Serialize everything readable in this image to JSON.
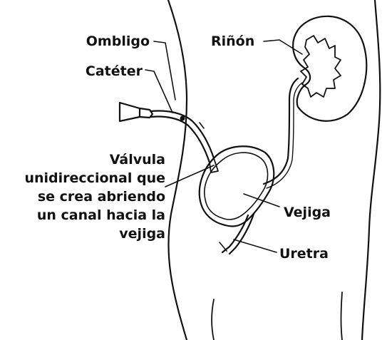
{
  "labels": {
    "ombligo": "Ombligo",
    "cateter": "Catéter",
    "rinon": "Riñón",
    "valvula": [
      "Válvula",
      "unidireccional que",
      "se crea abriendo",
      "un canal hacia la",
      "vejiga"
    ],
    "vejiga": "Vejiga",
    "uretra": "Uretra"
  },
  "colors": {
    "ink": "#111111",
    "background": "#ffffff"
  }
}
